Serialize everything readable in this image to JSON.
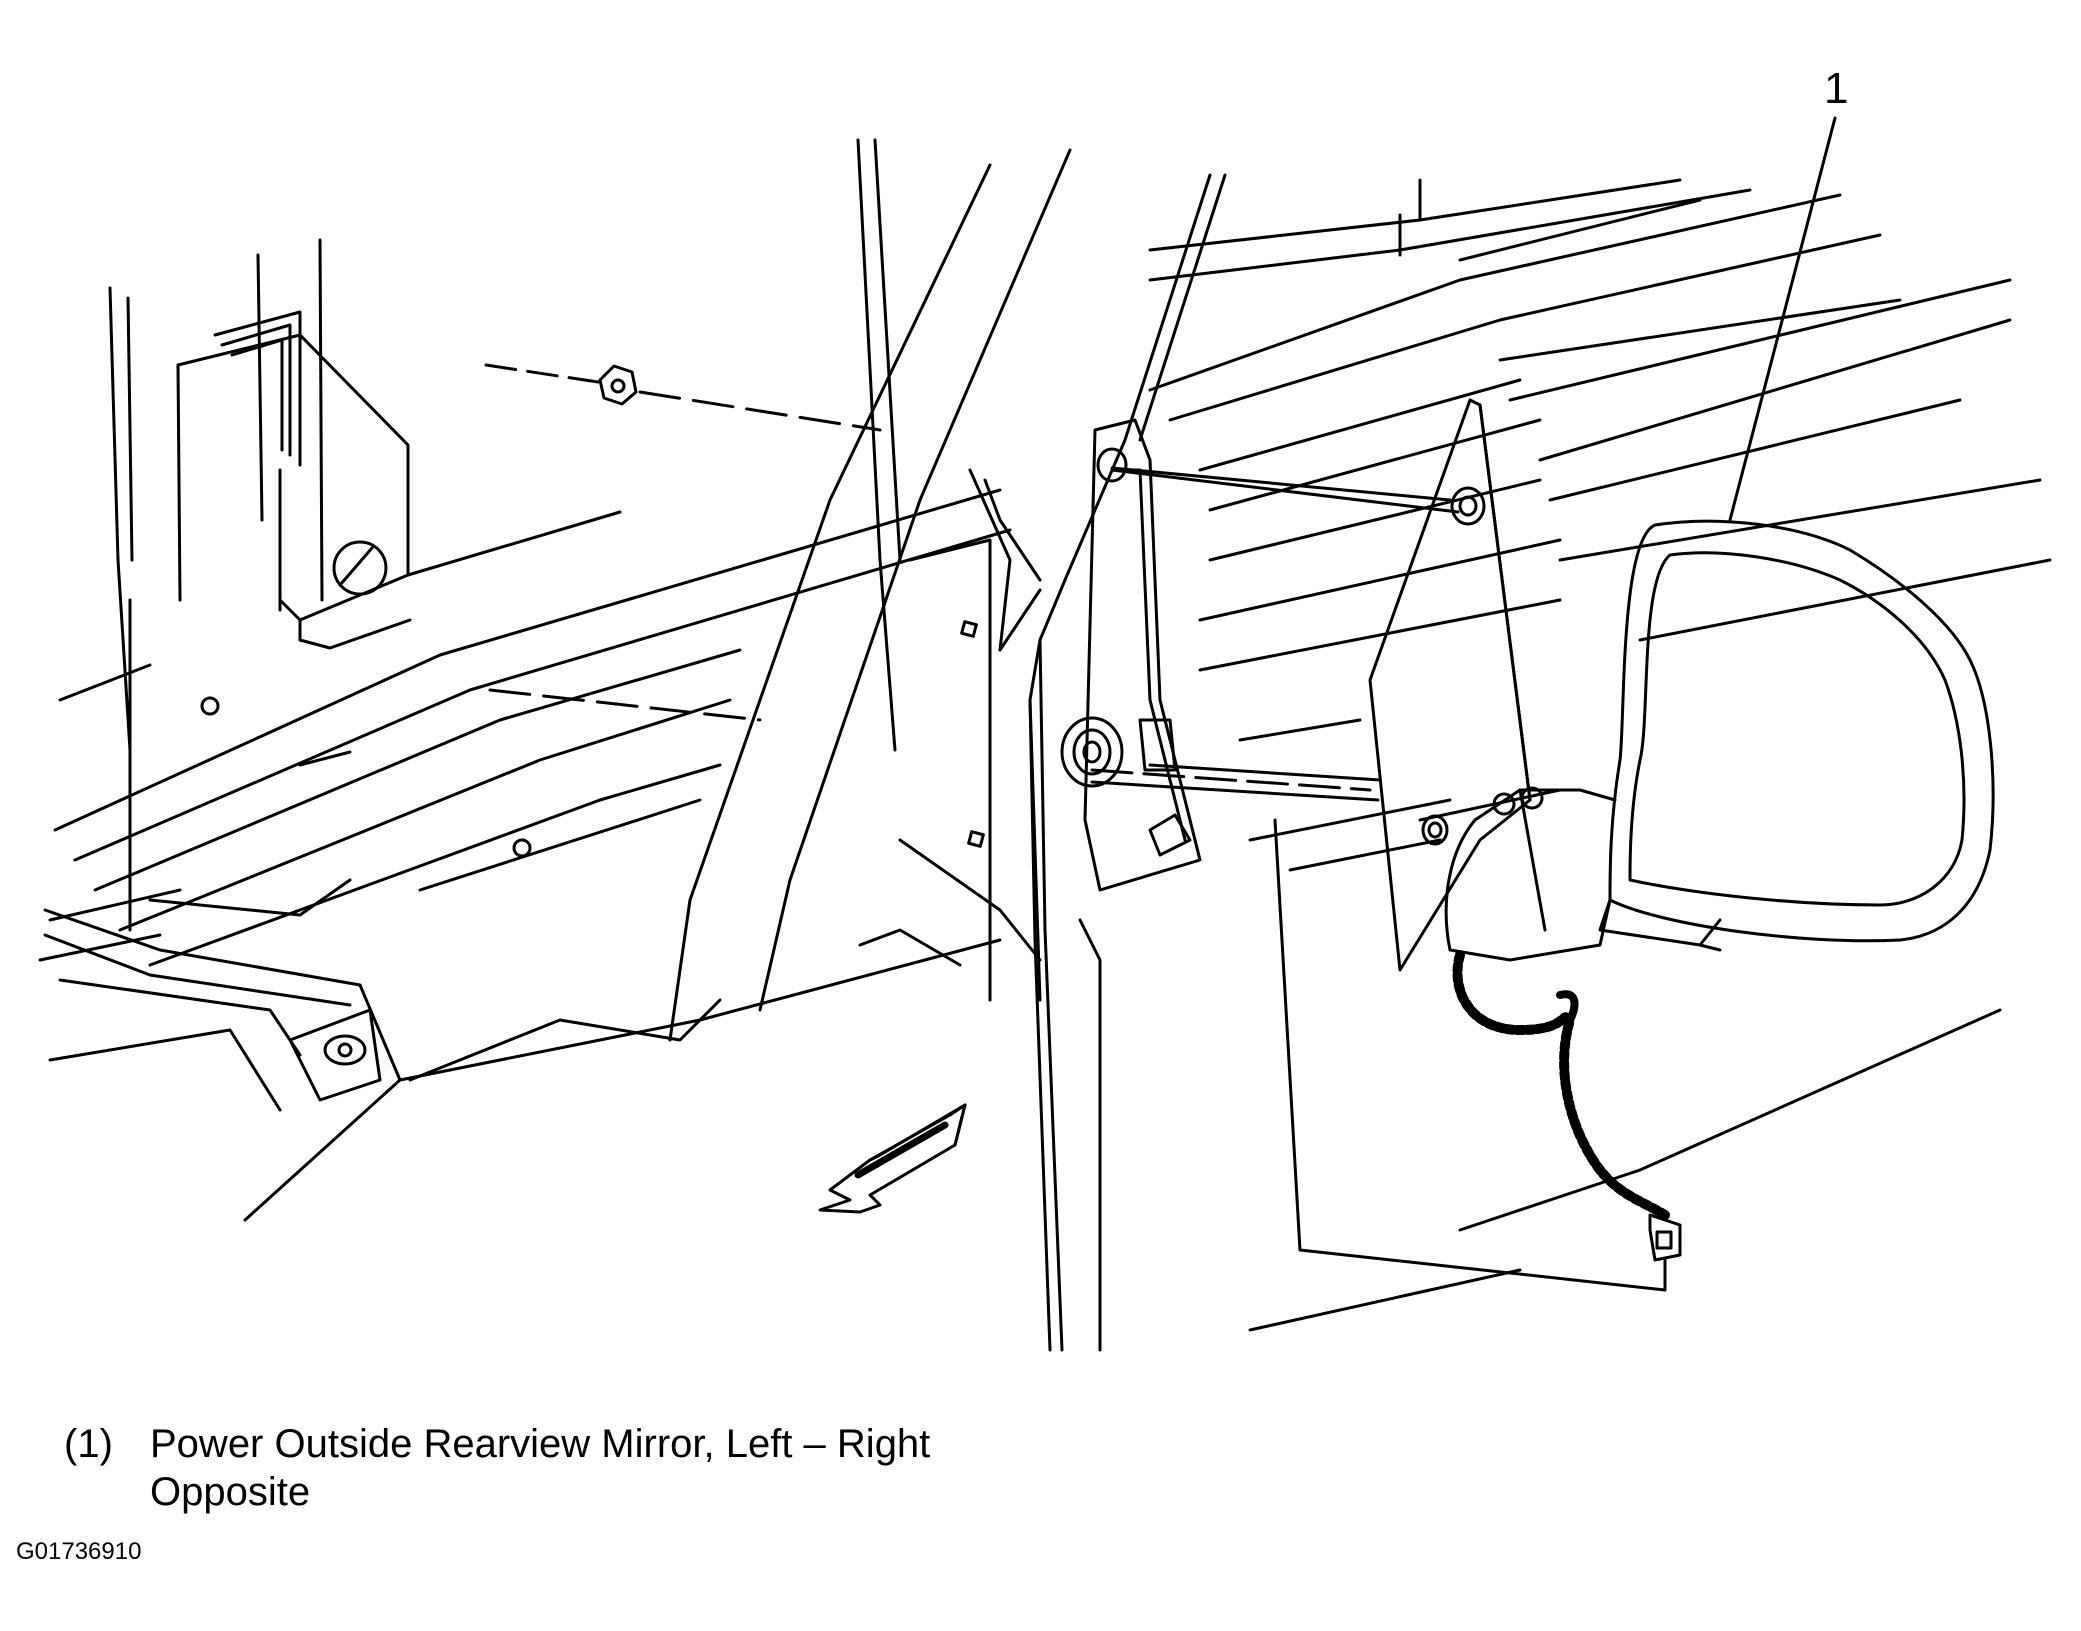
{
  "callouts": [
    {
      "number": "1",
      "text": "Power Outside Rearview Mirror, Left – Right Opposite"
    }
  ],
  "legend": {
    "items": [
      {
        "ref": "(1)",
        "text": "Power Outside Rearview Mirror, Left – Right Opposite"
      }
    ]
  },
  "figure_id": "G01736910",
  "colors": {
    "line": "#000000",
    "background": "#ffffff"
  }
}
